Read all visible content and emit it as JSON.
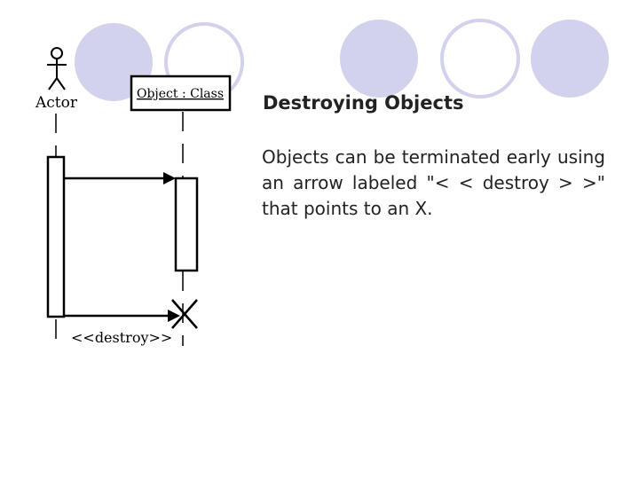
{
  "slide": {
    "title": "Destroying Objects",
    "body": "Objects can be terminated early using an arrow labeled \"< < destroy > >\" that points to an X."
  },
  "diagram": {
    "actor_label": "Actor",
    "object_label": "Object : Class",
    "message_label": "<<destroy>>"
  },
  "colors": {
    "circle_fill": "#d2d2ec",
    "circle_stroke": "#d2d2ec",
    "text": "#222222",
    "diagram_ink": "#000000"
  }
}
